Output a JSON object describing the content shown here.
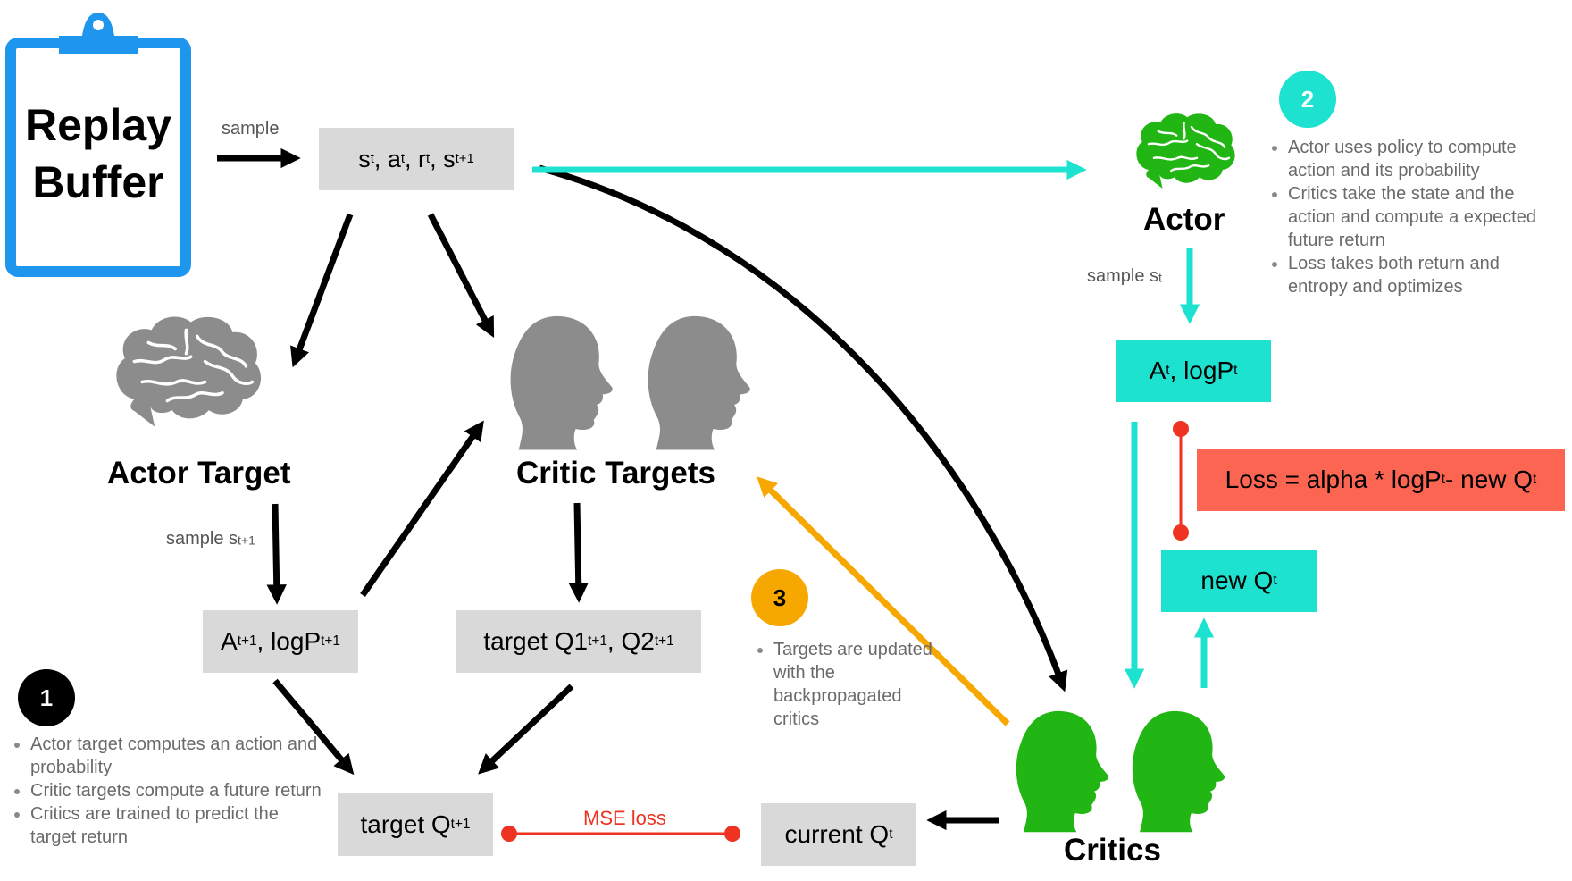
{
  "replay_buffer": {
    "line1": "Replay",
    "line2": "Buffer"
  },
  "labels": {
    "sample": "sample",
    "sample_st_prefix": "sample s",
    "sample_st_sub": "t",
    "sample_st1_prefix": "sample s",
    "sample_st1_sub": "t+1",
    "mse_loss": "MSE loss"
  },
  "titles": {
    "actor": "Actor",
    "actor_target": "Actor Target",
    "critic_targets": "Critic Targets",
    "critics": "Critics"
  },
  "boxes": {
    "transition": {
      "s": "s",
      "s_sub": "t",
      "a": ", a",
      "a_sub": "t",
      "r": ", r",
      "r_sub": "t",
      "s2": ", s",
      "s2_sub": "t+1"
    },
    "actor_out": {
      "a": "A",
      "a_sub": "t",
      "rest": ", logP",
      "rest_sub": "t"
    },
    "actor_target_out": {
      "a": "A",
      "a_sub": "t+1",
      "rest": ", logP",
      "rest_sub": "t+1"
    },
    "critic_targets_out": {
      "main": "target Q1",
      "main_sub": "t+1",
      "rest": ", Q2",
      "rest_sub": "t+1"
    },
    "target_q": {
      "main": "target Q",
      "main_sub": "t+1"
    },
    "current_q": {
      "main": "current Q",
      "main_sub": "t"
    },
    "new_q": {
      "main": "new Q",
      "main_sub": "t"
    },
    "loss": {
      "main": "Loss = alpha * logP",
      "main_sub": "t",
      "rest": " - new Q",
      "rest_sub": "t"
    }
  },
  "steps": [
    {
      "number": "1",
      "color": "#000000",
      "text_color": "#ffffff",
      "notes": [
        "Actor target computes an action and probability",
        "Critic targets compute a future return",
        "Critics are trained to predict the target return"
      ]
    },
    {
      "number": "2",
      "color": "#1de2cf",
      "text_color": "#ffffff",
      "notes": [
        "Actor uses policy to compute action and its probability",
        "Critics take the state and the action and compute a expected future return",
        "Loss takes both return and entropy and optimizes"
      ]
    },
    {
      "number": "3",
      "color": "#f7a800",
      "text_color": "#000000",
      "notes": [
        "Targets are updated with the backpropagated critics"
      ]
    }
  ],
  "colors": {
    "replay_buffer": "#1e96ee",
    "cyan": "#1de2cf",
    "orange": "#f7a800",
    "red": "#ee3322",
    "brain_green": "#22b614",
    "head_green": "#22b614",
    "gray_icon": "#8c8c8c",
    "box_gray": "#d9d9d9",
    "loss_red": "#fb6552"
  },
  "icons": {
    "replay_buffer": "clipboard-icon",
    "actor": "brain-icon",
    "actor_target": "brain-icon",
    "critic_targets": "head-icon",
    "critics": "head-icon"
  }
}
